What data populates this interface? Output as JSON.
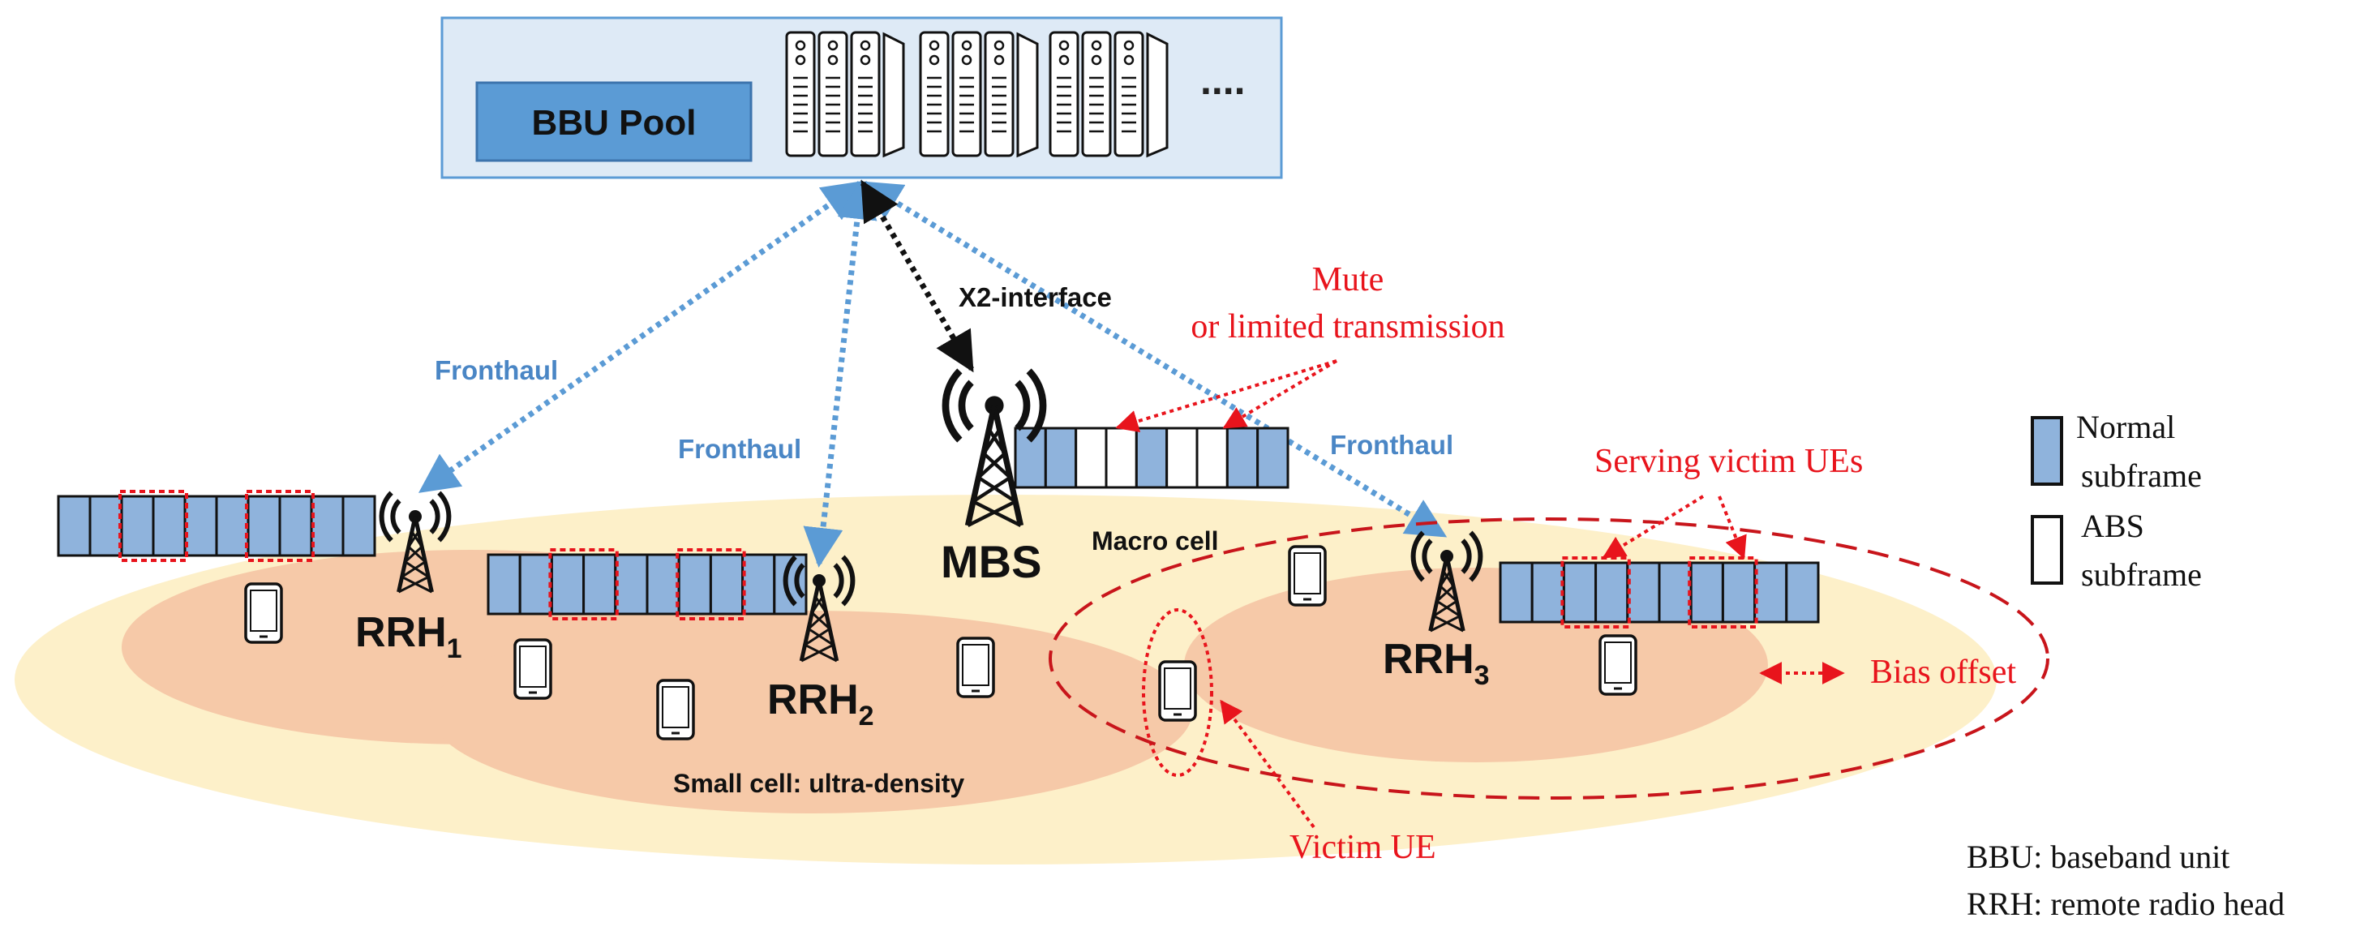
{
  "bbu_pool": {
    "label": "BBU Pool",
    "more": "...."
  },
  "links": {
    "fronthaul_left": "Fronthaul",
    "fronthaul_mid": "Fronthaul",
    "fronthaul_right": "Fronthaul",
    "x2": "X2-interface"
  },
  "stations": {
    "rrh1": {
      "base": "RRH",
      "sub": "1"
    },
    "rrh2": {
      "base": "RRH",
      "sub": "2"
    },
    "rrh3": {
      "base": "RRH",
      "sub": "3"
    },
    "mbs": "MBS"
  },
  "cells": {
    "macro": "Macro cell",
    "small": "Small cell: ultra-density"
  },
  "annotations": {
    "mute_line1": "Mute",
    "mute_line2": "or limited transmission",
    "serving": "Serving victim UEs",
    "victim": "Victim UE",
    "bias": "Bias offset"
  },
  "legend": {
    "normal_line1": "Normal",
    "normal_line2": "subframe",
    "abs_line1": "ABS",
    "abs_line2": "subframe"
  },
  "abbreviations": {
    "bbu": "BBU: baseband unit",
    "rrh": "RRH: remote radio head"
  },
  "colors": {
    "normal_subframe": "#8fb3dc",
    "abs_subframe": "#ffffff",
    "macro_cell": "#fdf0c9",
    "small_cell": "#f6c9a8",
    "fronthaul": "#5b9bd5",
    "annotation": "#e8141c",
    "bbu_box": "#deeaf6",
    "bbu_label_box": "#5b9bd5"
  }
}
